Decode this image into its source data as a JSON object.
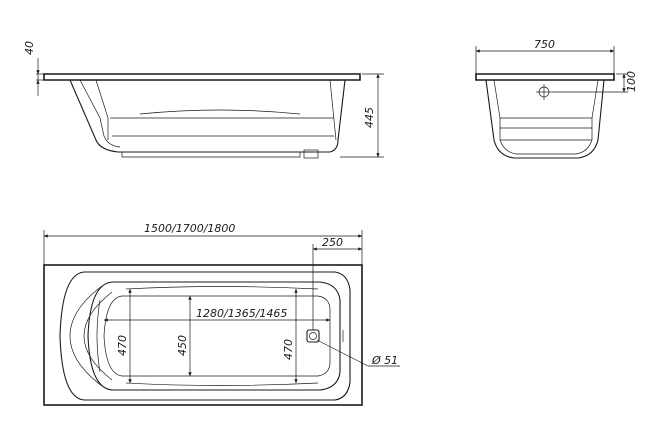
{
  "drawing": {
    "side_view": {
      "rim_height": "40",
      "total_height": "445"
    },
    "end_view": {
      "width": "750",
      "drain_height": "100"
    },
    "top_view": {
      "overall_length": "1500/1700/1800",
      "drain_offset": "250",
      "inner_length": "1280/1365/1465",
      "width_left": "470",
      "width_center": "450",
      "width_right": "470",
      "drain_diameter": "Ø 51"
    }
  }
}
